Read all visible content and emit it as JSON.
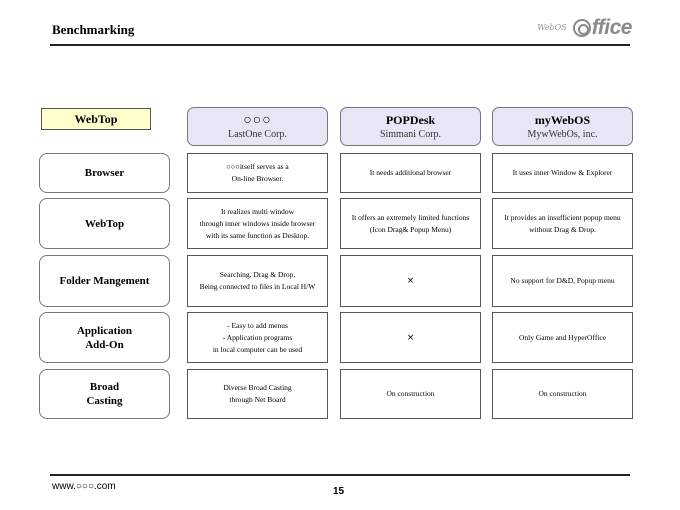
{
  "header": {
    "title": "Benchmarking",
    "logo_small": "WebOS",
    "logo_text": "ffice"
  },
  "table": {
    "corner_label": "WebTop",
    "columns": [
      {
        "name": "○○○",
        "corp": "LastOne Corp."
      },
      {
        "name": "POPDesk",
        "corp": "Simmani Corp."
      },
      {
        "name": "myWebOS",
        "corp": "MywWebOs, inc."
      }
    ],
    "rows": [
      {
        "label": [
          "Browser"
        ],
        "cells": [
          [
            "○○○itself serves as a",
            "On-line Browser."
          ],
          [
            "It needs additional browser"
          ],
          [
            "It uses inner Window & Explorer"
          ]
        ]
      },
      {
        "label": [
          "WebTop"
        ],
        "cells": [
          [
            "It realizes multi window",
            "through inner windows inside browser",
            "with its same function as Desktop."
          ],
          [
            "It offers an extremely limited functions",
            "(Icon Drag& Popup Menu)"
          ],
          [
            "It provides an insufficient popup menu",
            "without Drag & Drop."
          ]
        ]
      },
      {
        "label": [
          "Folder Mangement"
        ],
        "cells": [
          [
            "Searching, Drag & Drop,",
            "Being connected to files in Local H/W"
          ],
          [
            "×"
          ],
          [
            "No support for D&D, Popup menu"
          ]
        ]
      },
      {
        "label": [
          "Application",
          "Add-On"
        ],
        "cells": [
          [
            "- Easy to add menus",
            "- Application programs",
            "in local computer can be used"
          ],
          [
            "×"
          ],
          [
            "Only Game and HyperOffice"
          ]
        ]
      },
      {
        "label": [
          "Broad",
          "Casting"
        ],
        "cells": [
          [
            "Diverse Broad Casting",
            "through Net Board"
          ],
          [
            "On construction"
          ],
          [
            "On construction"
          ]
        ]
      }
    ]
  },
  "footer": {
    "url": "www.○○○.com",
    "page_number": "15"
  }
}
